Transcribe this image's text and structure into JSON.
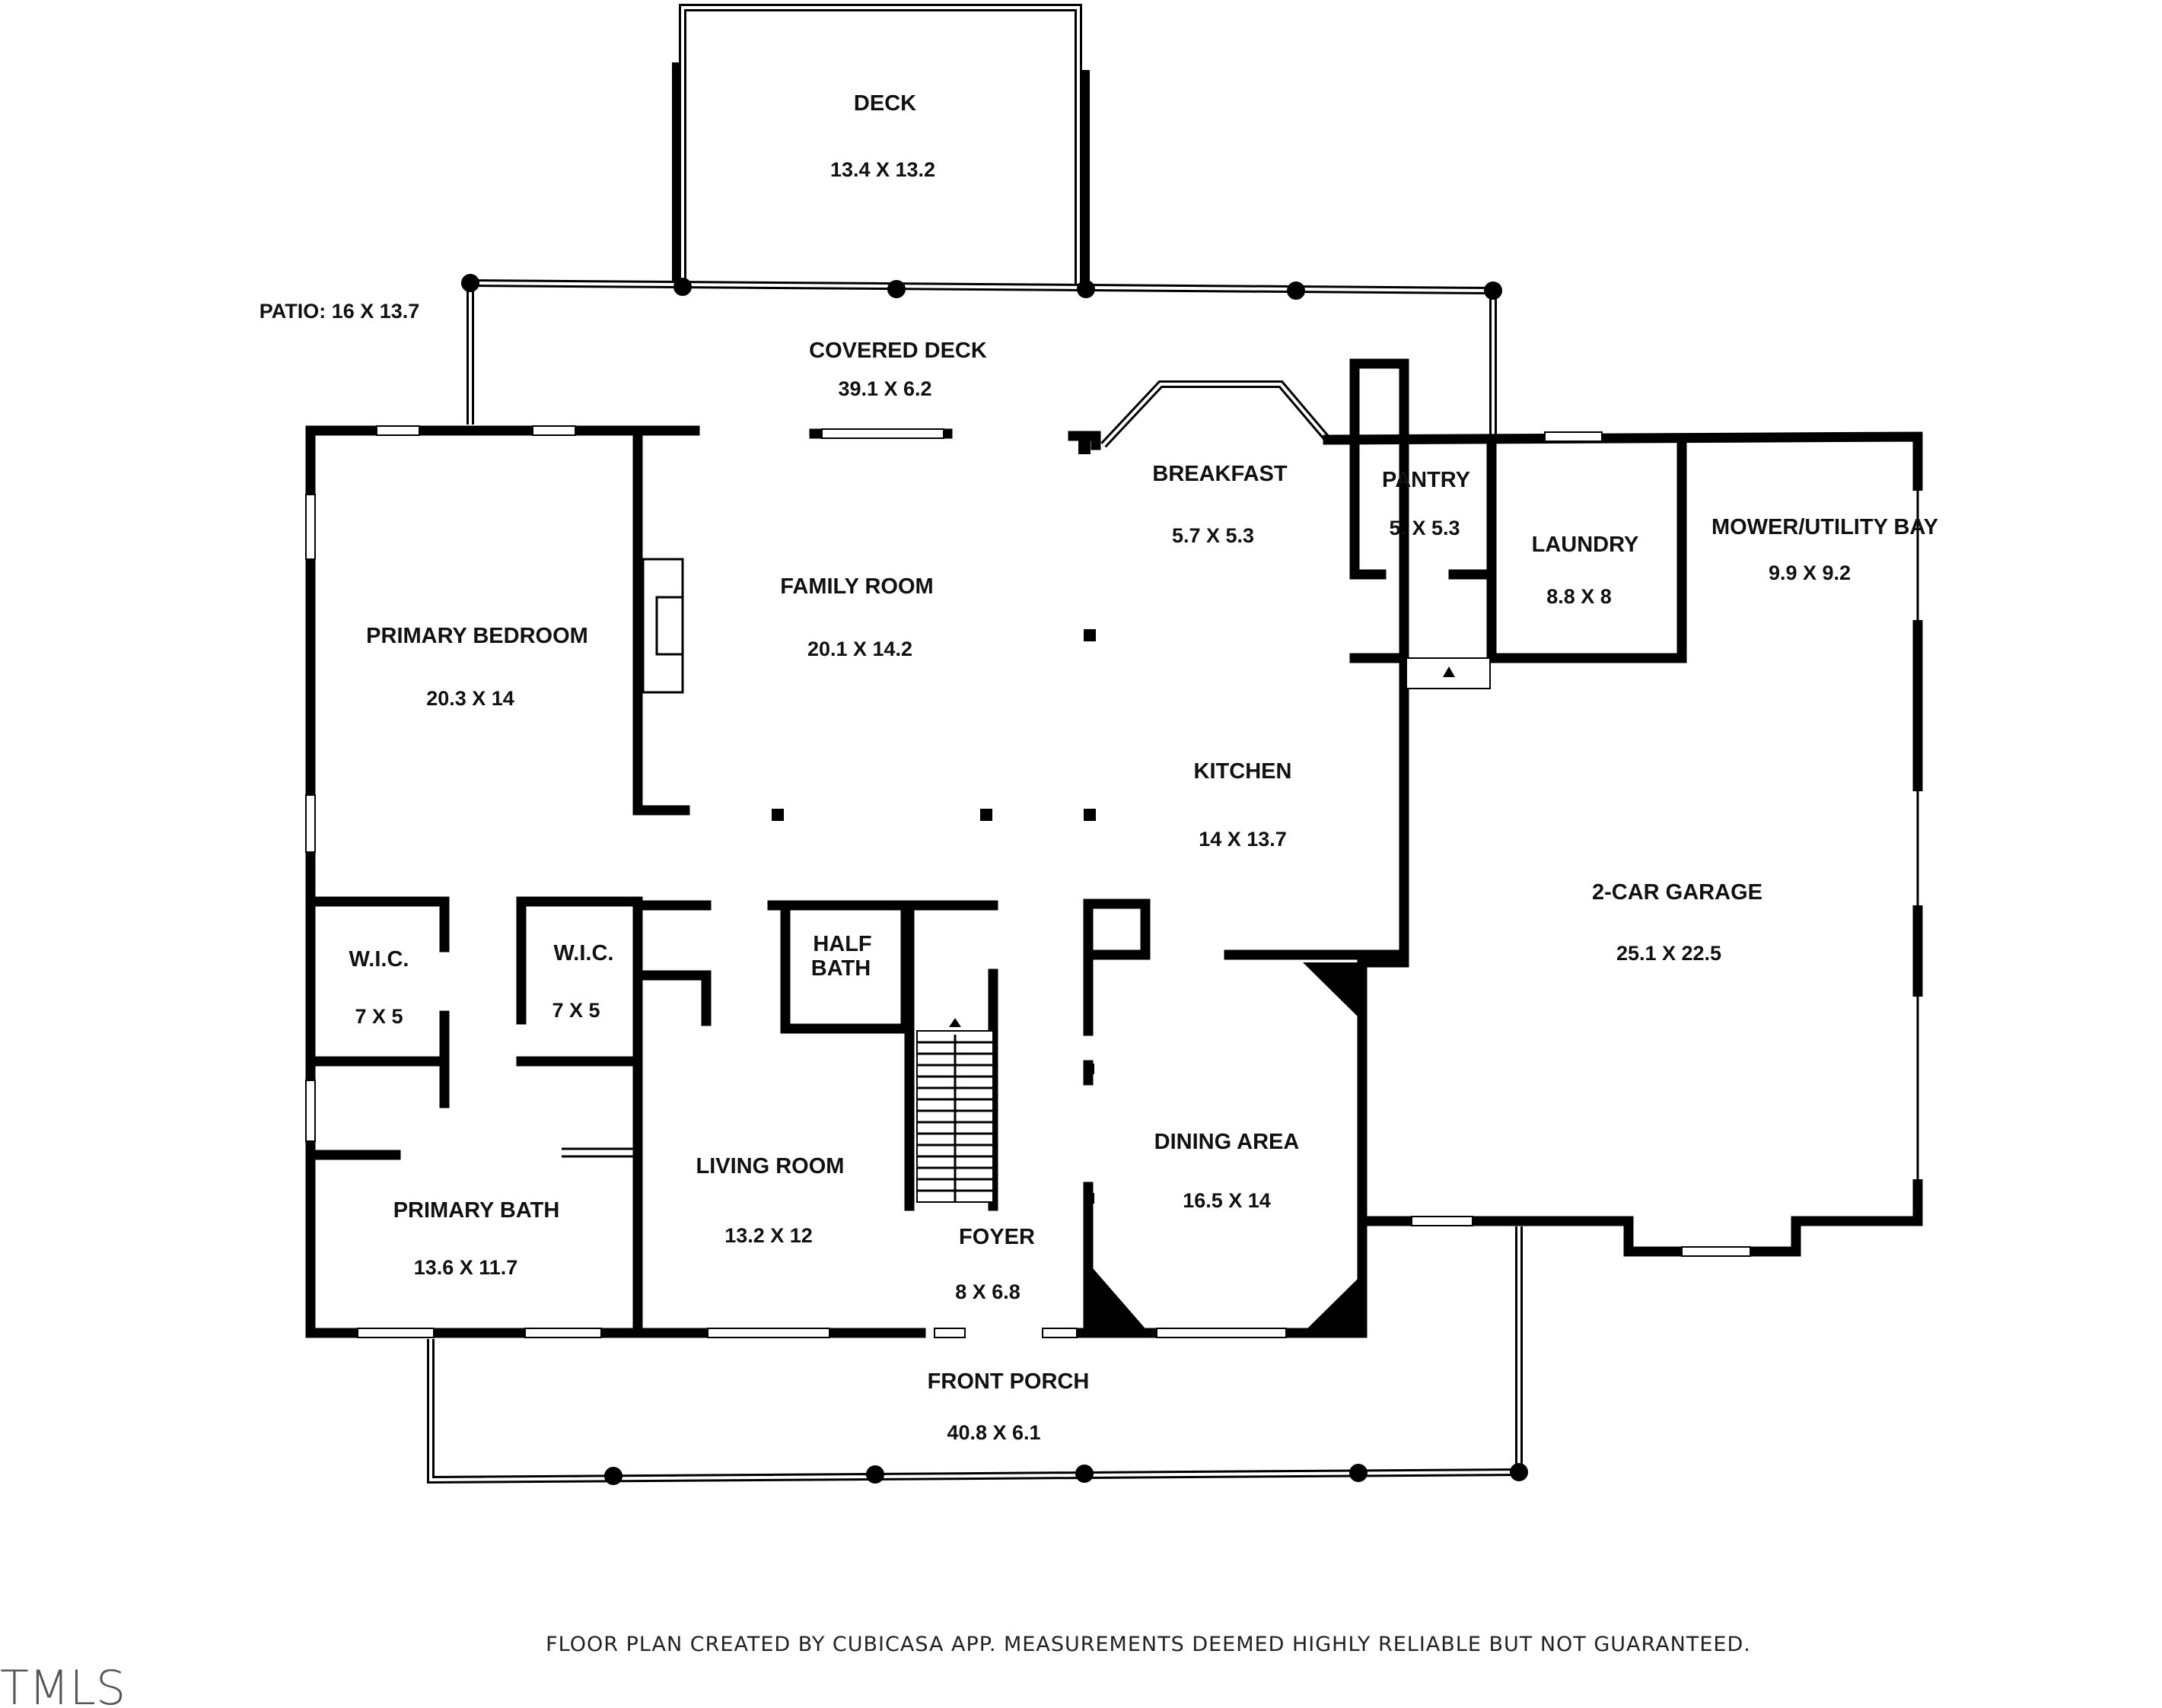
{
  "rooms": {
    "deck": {
      "name": "DECK",
      "dim": "13.4 X 13.2"
    },
    "patio": {
      "label": "PATIO: 16 X 13.7"
    },
    "covered_deck": {
      "name": "COVERED DECK",
      "dim": "39.1 X 6.2"
    },
    "breakfast": {
      "name": "BREAKFAST",
      "dim": "5.7 X 5.3"
    },
    "pantry": {
      "name": "PANTRY",
      "dim": "5. X 5.3"
    },
    "laundry": {
      "name": "LAUNDRY",
      "dim": "8.8 X 8"
    },
    "mower": {
      "name": "MOWER/UTILITY BAY",
      "dim": "9.9 X 9.2"
    },
    "family_room": {
      "name": "FAMILY ROOM",
      "dim": "20.1 X 14.2"
    },
    "primary_bedroom": {
      "name": "PRIMARY BEDROOM",
      "dim": "20.3 X 14"
    },
    "kitchen": {
      "name": "KITCHEN",
      "dim": "14 X 13.7"
    },
    "garage": {
      "name": "2-CAR GARAGE",
      "dim": "25.1 X 22.5"
    },
    "wic_left": {
      "name": "W.I.C.",
      "dim": "7 X 5"
    },
    "wic_right": {
      "name": "W.I.C.",
      "dim": "7 X 5"
    },
    "half_bath": {
      "line1": "HALF",
      "line2": "BATH"
    },
    "living_room": {
      "name": "LIVING ROOM",
      "dim": "13.2 X 12"
    },
    "dining_area": {
      "name": "DINING AREA",
      "dim": "16.5 X 14"
    },
    "primary_bath": {
      "name": "PRIMARY BATH",
      "dim": "13.6 X 11.7"
    },
    "foyer": {
      "name": "FOYER",
      "dim": "8 X 6.8"
    },
    "front_porch": {
      "name": "FRONT PORCH",
      "dim": "40.8 X 6.1"
    }
  },
  "footer_note": "FLOOR PLAN CREATED BY CUBICASA APP. MEASUREMENTS DEEMED HIGHLY RELIABLE BUT NOT GUARANTEED.",
  "watermark": "TMLS"
}
